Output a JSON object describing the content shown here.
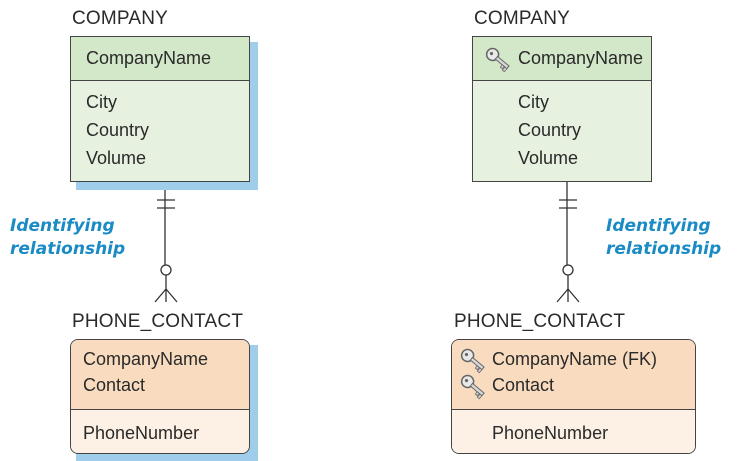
{
  "left": {
    "parent_title": "COMPANY",
    "parent_key": "CompanyName",
    "parent_attrs": [
      "City",
      "Country",
      "Volume"
    ],
    "child_title": "PHONE_CONTACT",
    "child_keys": [
      "CompanyName",
      "Contact"
    ],
    "child_attrs": [
      "PhoneNumber"
    ],
    "relationship_label": [
      "Identifying",
      "relationship"
    ]
  },
  "right": {
    "parent_title": "COMPANY",
    "parent_key": "CompanyName",
    "parent_attrs": [
      "City",
      "Country",
      "Volume"
    ],
    "child_title": "PHONE_CONTACT",
    "child_keys": [
      "CompanyName (FK)",
      "Contact"
    ],
    "child_attrs": [
      "PhoneNumber"
    ],
    "relationship_label": [
      "Identifying",
      "relationship"
    ]
  },
  "icons": {
    "key": "key-icon"
  },
  "colors": {
    "parent_header": "#d3e7c9",
    "parent_body": "#e6f1df",
    "child_header": "#f9dcbf",
    "child_body": "#fdf1e5",
    "shadow": "#9fcdea",
    "label": "#1a8bc4"
  }
}
